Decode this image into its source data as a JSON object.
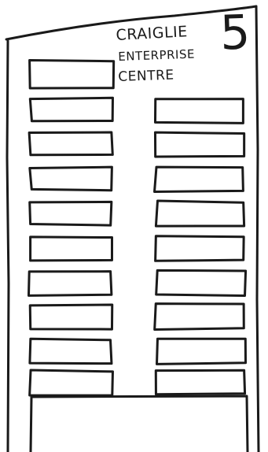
{
  "sign": {
    "line1": "CRAIGLIE",
    "line2": "ENTERPRISE",
    "line3": "CENTRE",
    "number": "5"
  },
  "colors": {
    "ink": "#1a1a1a",
    "paper": "#ffffff"
  }
}
